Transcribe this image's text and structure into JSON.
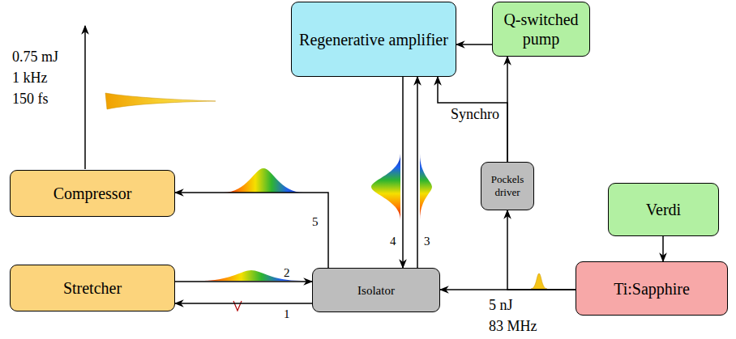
{
  "diagram": {
    "nodes": [
      {
        "text": [
          "Regenerative amplifier"
        ]
      },
      {
        "text": [
          "Q-switched pump"
        ]
      },
      {
        "text": [
          "Compressor"
        ]
      },
      {
        "text": [
          "Pockels driver"
        ]
      },
      {
        "text": [
          "Verdi"
        ]
      },
      {
        "text": [
          "Stretcher"
        ]
      },
      {
        "text": [
          "Isolator"
        ]
      },
      {
        "text": [
          "Ti:Sapphire"
        ]
      }
    ],
    "edges": [
      {
        "from": 1,
        "to": 0,
        "arrow": "to"
      },
      {
        "from": 3,
        "to": 1,
        "arrow": "to"
      },
      {
        "from": 3,
        "to": 0,
        "label": "Synchro",
        "arrow": "to"
      },
      {
        "from": 7,
        "to": 3,
        "arrow": "to"
      },
      {
        "from": 7,
        "to": 6,
        "arrow": "to"
      },
      {
        "from": 4,
        "to": 7,
        "arrow": "to"
      },
      {
        "from": 5,
        "to": 6,
        "label": "2",
        "arrow": "to"
      },
      {
        "from": 6,
        "to": 5,
        "label": "1",
        "arrow": "to"
      },
      {
        "from": 6,
        "to": 0,
        "label": "3",
        "arrow": "to"
      },
      {
        "from": 0,
        "to": 6,
        "label": "4",
        "arrow": "to"
      },
      {
        "from": 6,
        "to": 2,
        "label": "5",
        "arrow": "to"
      }
    ],
    "labels": [
      "0.75 mJ",
      "1 kHz",
      "150 fs",
      "5 nJ",
      "83 MHz"
    ]
  }
}
